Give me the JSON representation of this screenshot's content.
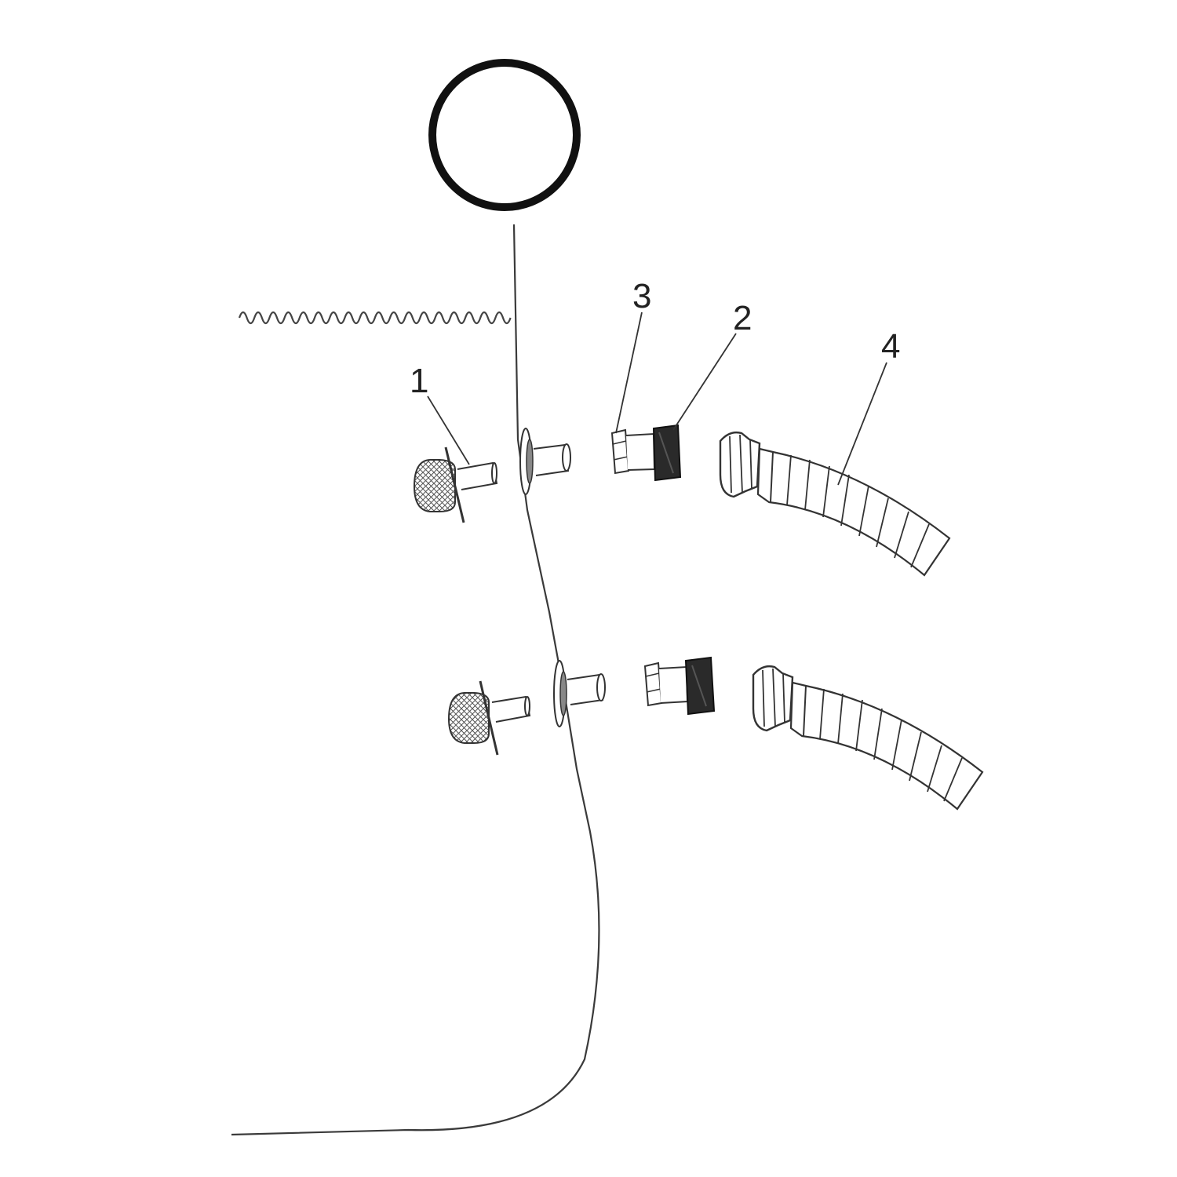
{
  "diagram": {
    "callouts": [
      {
        "id": "part-1",
        "label": "1"
      },
      {
        "id": "part-2",
        "label": "2"
      },
      {
        "id": "part-3",
        "label": "3"
      },
      {
        "id": "part-4",
        "label": "4"
      }
    ],
    "colors": {
      "line": "#3a3a3a",
      "dark_part": "#2a2a2a",
      "background": "#ffffff"
    }
  }
}
